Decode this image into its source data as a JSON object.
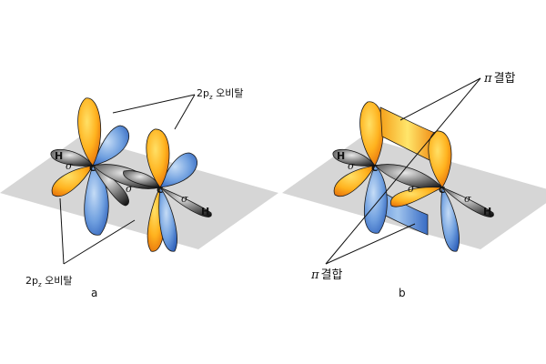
{
  "panel_a": {
    "caption": "a",
    "label_top": {
      "prefix": "2p",
      "sub": "z",
      "suffix": " 오비탈"
    },
    "label_bottom": {
      "prefix": "2p",
      "sub": "z",
      "suffix": " 오비탈"
    },
    "atom_c": "C",
    "atom_h": "H",
    "sigma": "σ"
  },
  "panel_b": {
    "caption": "b",
    "label_top": {
      "pi": "π",
      "text": "결합"
    },
    "label_bottom": {
      "pi": "π",
      "text": "결합"
    },
    "atom_c": "C",
    "atom_h": "H",
    "sigma": "σ"
  },
  "colors": {
    "plane": "#d6d6d6",
    "orange_light": "#ffd64a",
    "orange_dark": "#f08a12",
    "blue_light": "#9ec4ef",
    "blue_dark": "#2f66c4",
    "black_light": "#d9d9d9",
    "black_dark": "#111111",
    "outline": "#1a1a1a"
  }
}
